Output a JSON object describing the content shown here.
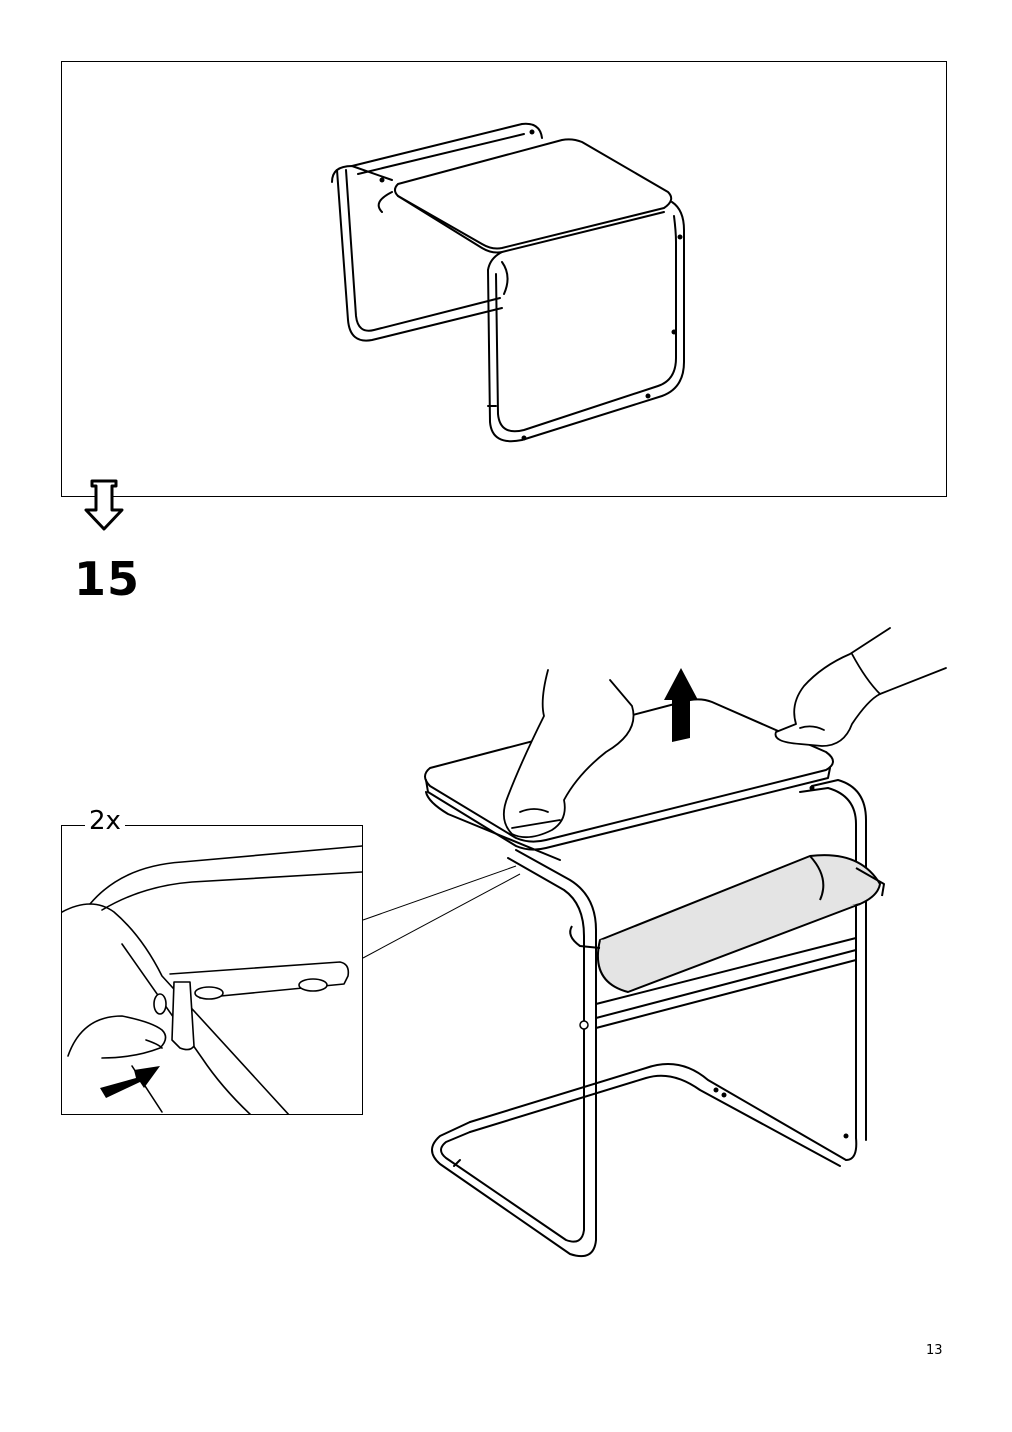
{
  "step": {
    "number": "15"
  },
  "detail": {
    "count_label": "2x"
  },
  "page": {
    "number": "13"
  },
  "icons": {
    "next_step": "down-arrow-icon",
    "lift": "up-arrow-icon",
    "push": "push-arrow-icon"
  },
  "colors": {
    "line": "#000000",
    "tray_fill": "#e4e4e4",
    "background": "#ffffff"
  }
}
